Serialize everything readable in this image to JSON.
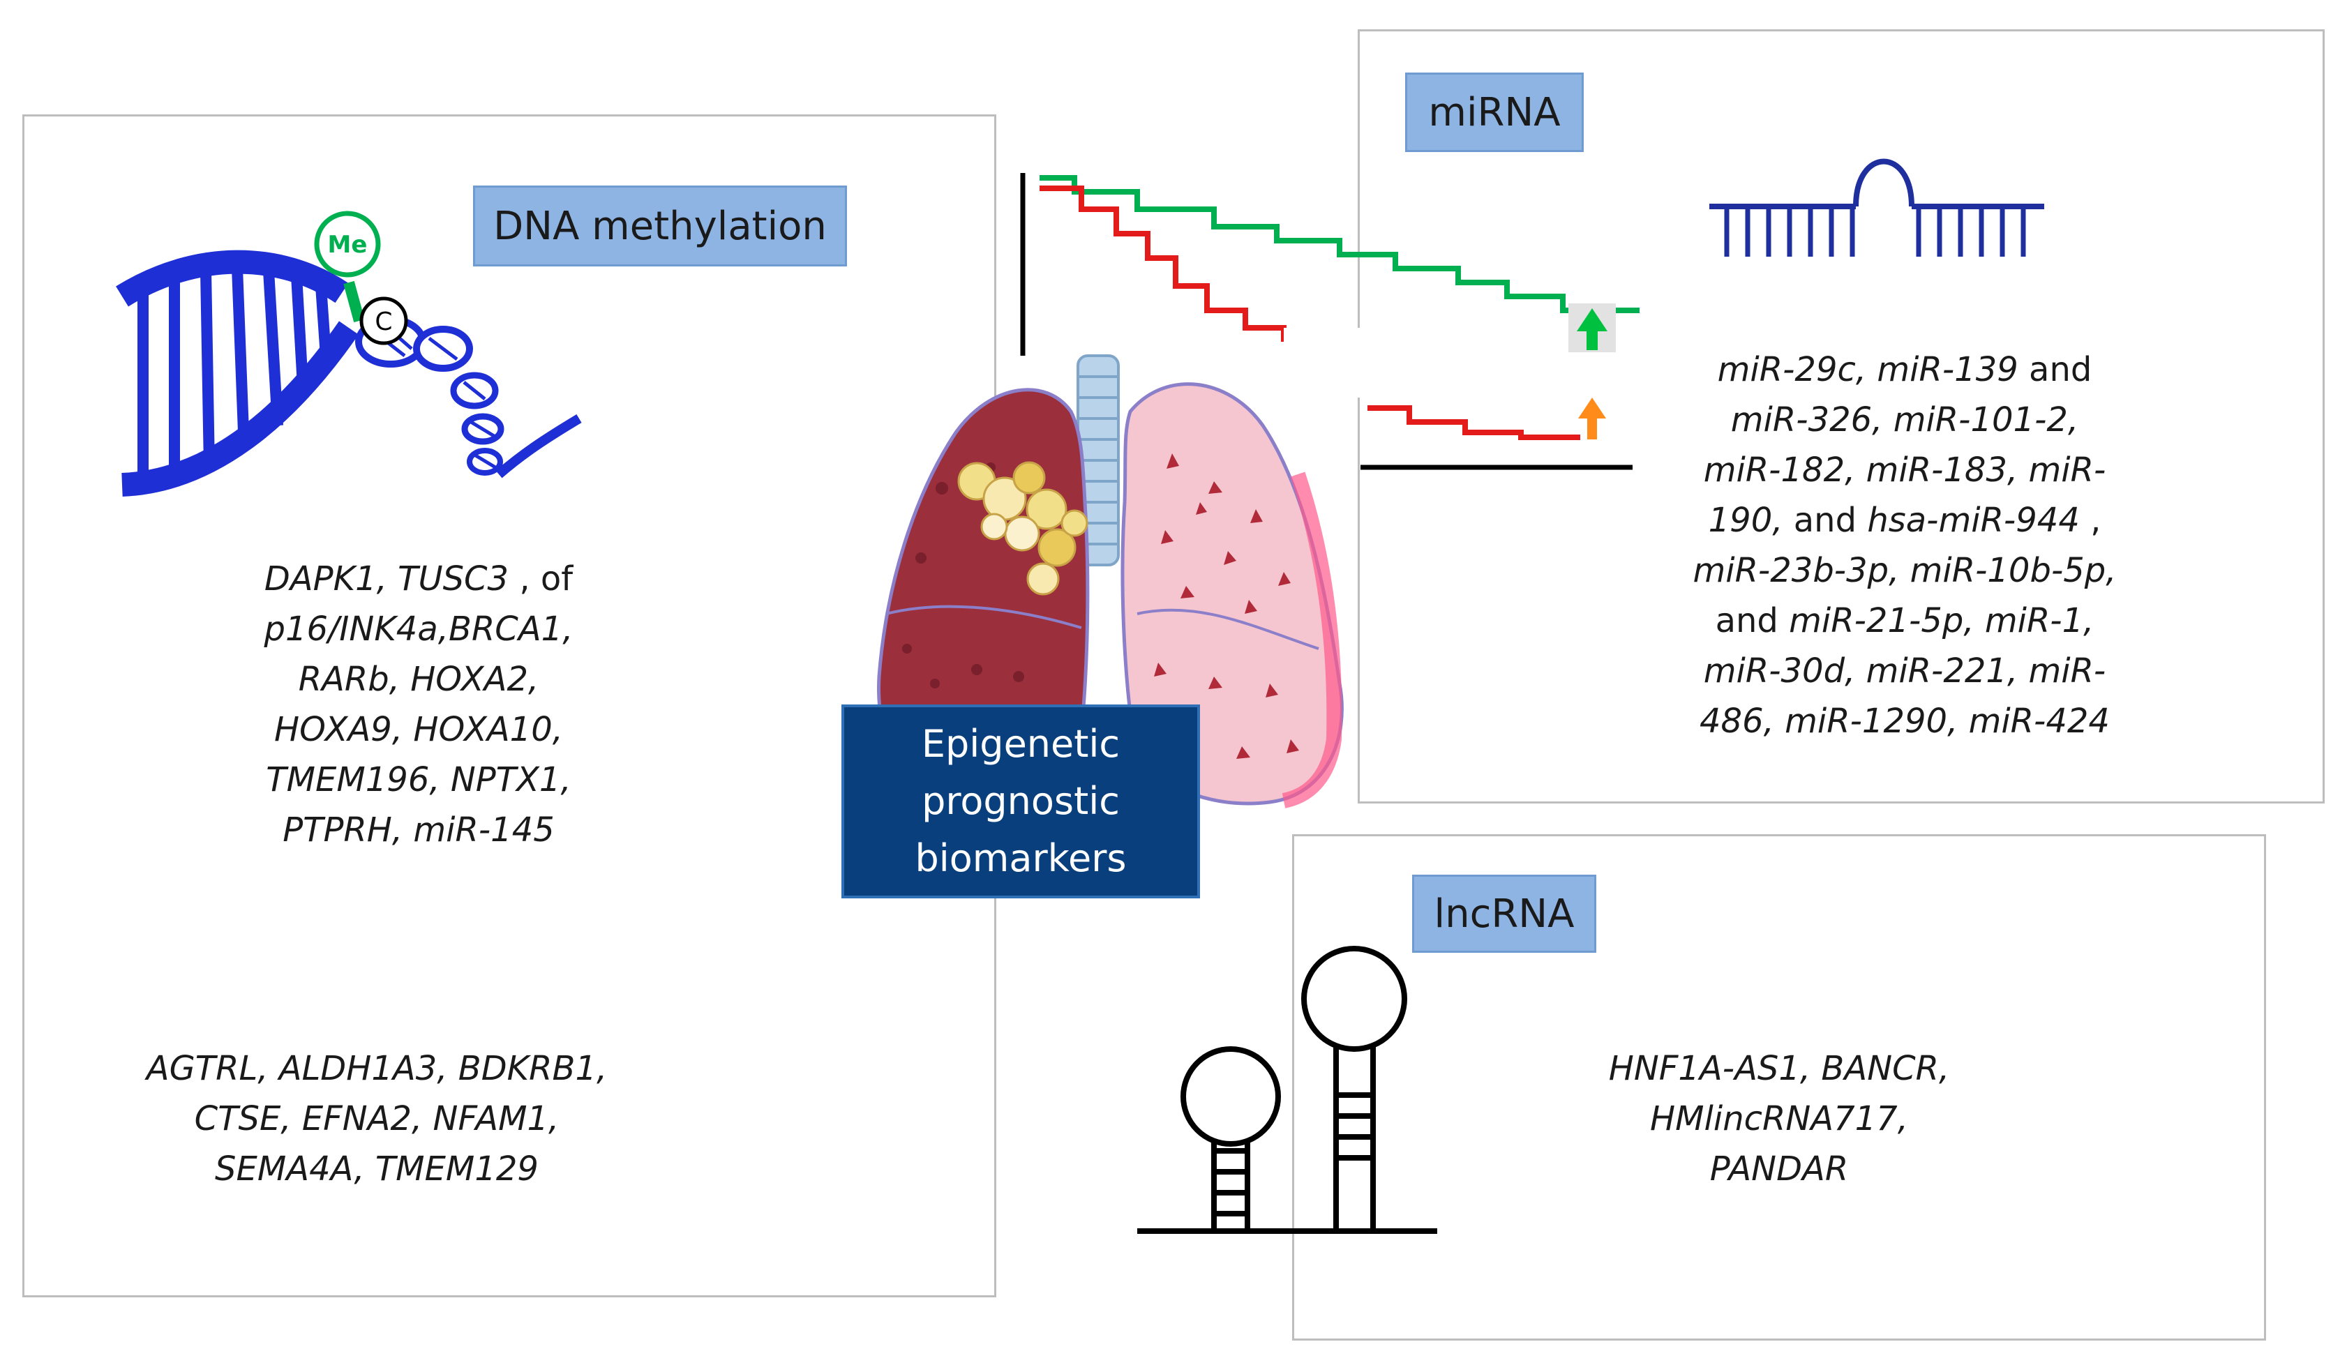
{
  "dna_methylation": {
    "title": "DNA methylation",
    "methyl_label": "Me",
    "cytosine_label": "C",
    "genes_group1": [
      [
        "DAPK1, TUSC3",
        " , of"
      ],
      [
        "p16/INK4a,BRCA1,"
      ],
      [
        "RARb,  HOXA2,"
      ],
      [
        "HOXA9,  HOXA10,"
      ],
      [
        "TMEM196,  NPTX1,"
      ],
      [
        "PTPRH,  miR-145"
      ]
    ],
    "genes_group2": [
      "AGTRL, ALDH1A3, BDKRB1,",
      "CTSE,  EFNA2,  NFAM1,",
      "SEMA4A,  TMEM129"
    ]
  },
  "mirna": {
    "title": "miRNA",
    "list": [
      [
        [
          "miR-29c, miR-139",
          "i"
        ],
        [
          " and",
          "n"
        ]
      ],
      [
        [
          "miR-326, miR-101-2,",
          "i"
        ]
      ],
      [
        [
          "miR-182, miR-183, miR-",
          "i"
        ]
      ],
      [
        [
          "190,",
          "i"
        ],
        [
          " and ",
          "n"
        ],
        [
          "hsa-miR-944",
          "i"
        ],
        [
          " ,",
          "n"
        ]
      ],
      [
        [
          "miR-23b-3p, miR-10b-5p,",
          "i"
        ]
      ],
      [
        [
          "and ",
          "n"
        ],
        [
          "miR-21-5p, miR-1,",
          "i"
        ]
      ],
      [
        [
          "miR-30d, miR-221, miR-",
          "i"
        ]
      ],
      [
        [
          "486, miR-1290, miR-424",
          "i"
        ]
      ]
    ]
  },
  "lncrna": {
    "title": "lncRNA",
    "list": [
      "HNF1A-AS1, BANCR,",
      "HMlincRNA717,",
      "PANDAR"
    ]
  },
  "center": {
    "label_lines": [
      "Epigenetic",
      "prognostic",
      "biomarkers"
    ]
  },
  "colors": {
    "dna_blue": "#1f2fd6",
    "methyl_green": "#00b050",
    "tag_fill": "#8eb4e3",
    "center_fill": "#0a3f7d",
    "km_green": "#00b050",
    "km_red": "#e31b1b",
    "arrow_orange": "#ff8c1a",
    "lung_left": "#9b2f3c",
    "lung_right": "#f6c6d0"
  },
  "icons": {
    "dna": "dna-helix-icon",
    "mirna": "mirna-hairpin-icon",
    "lncrna": "lncrna-stemloop-icon",
    "survival": "survival-curve-icon",
    "lungs": "lungs-icon"
  }
}
